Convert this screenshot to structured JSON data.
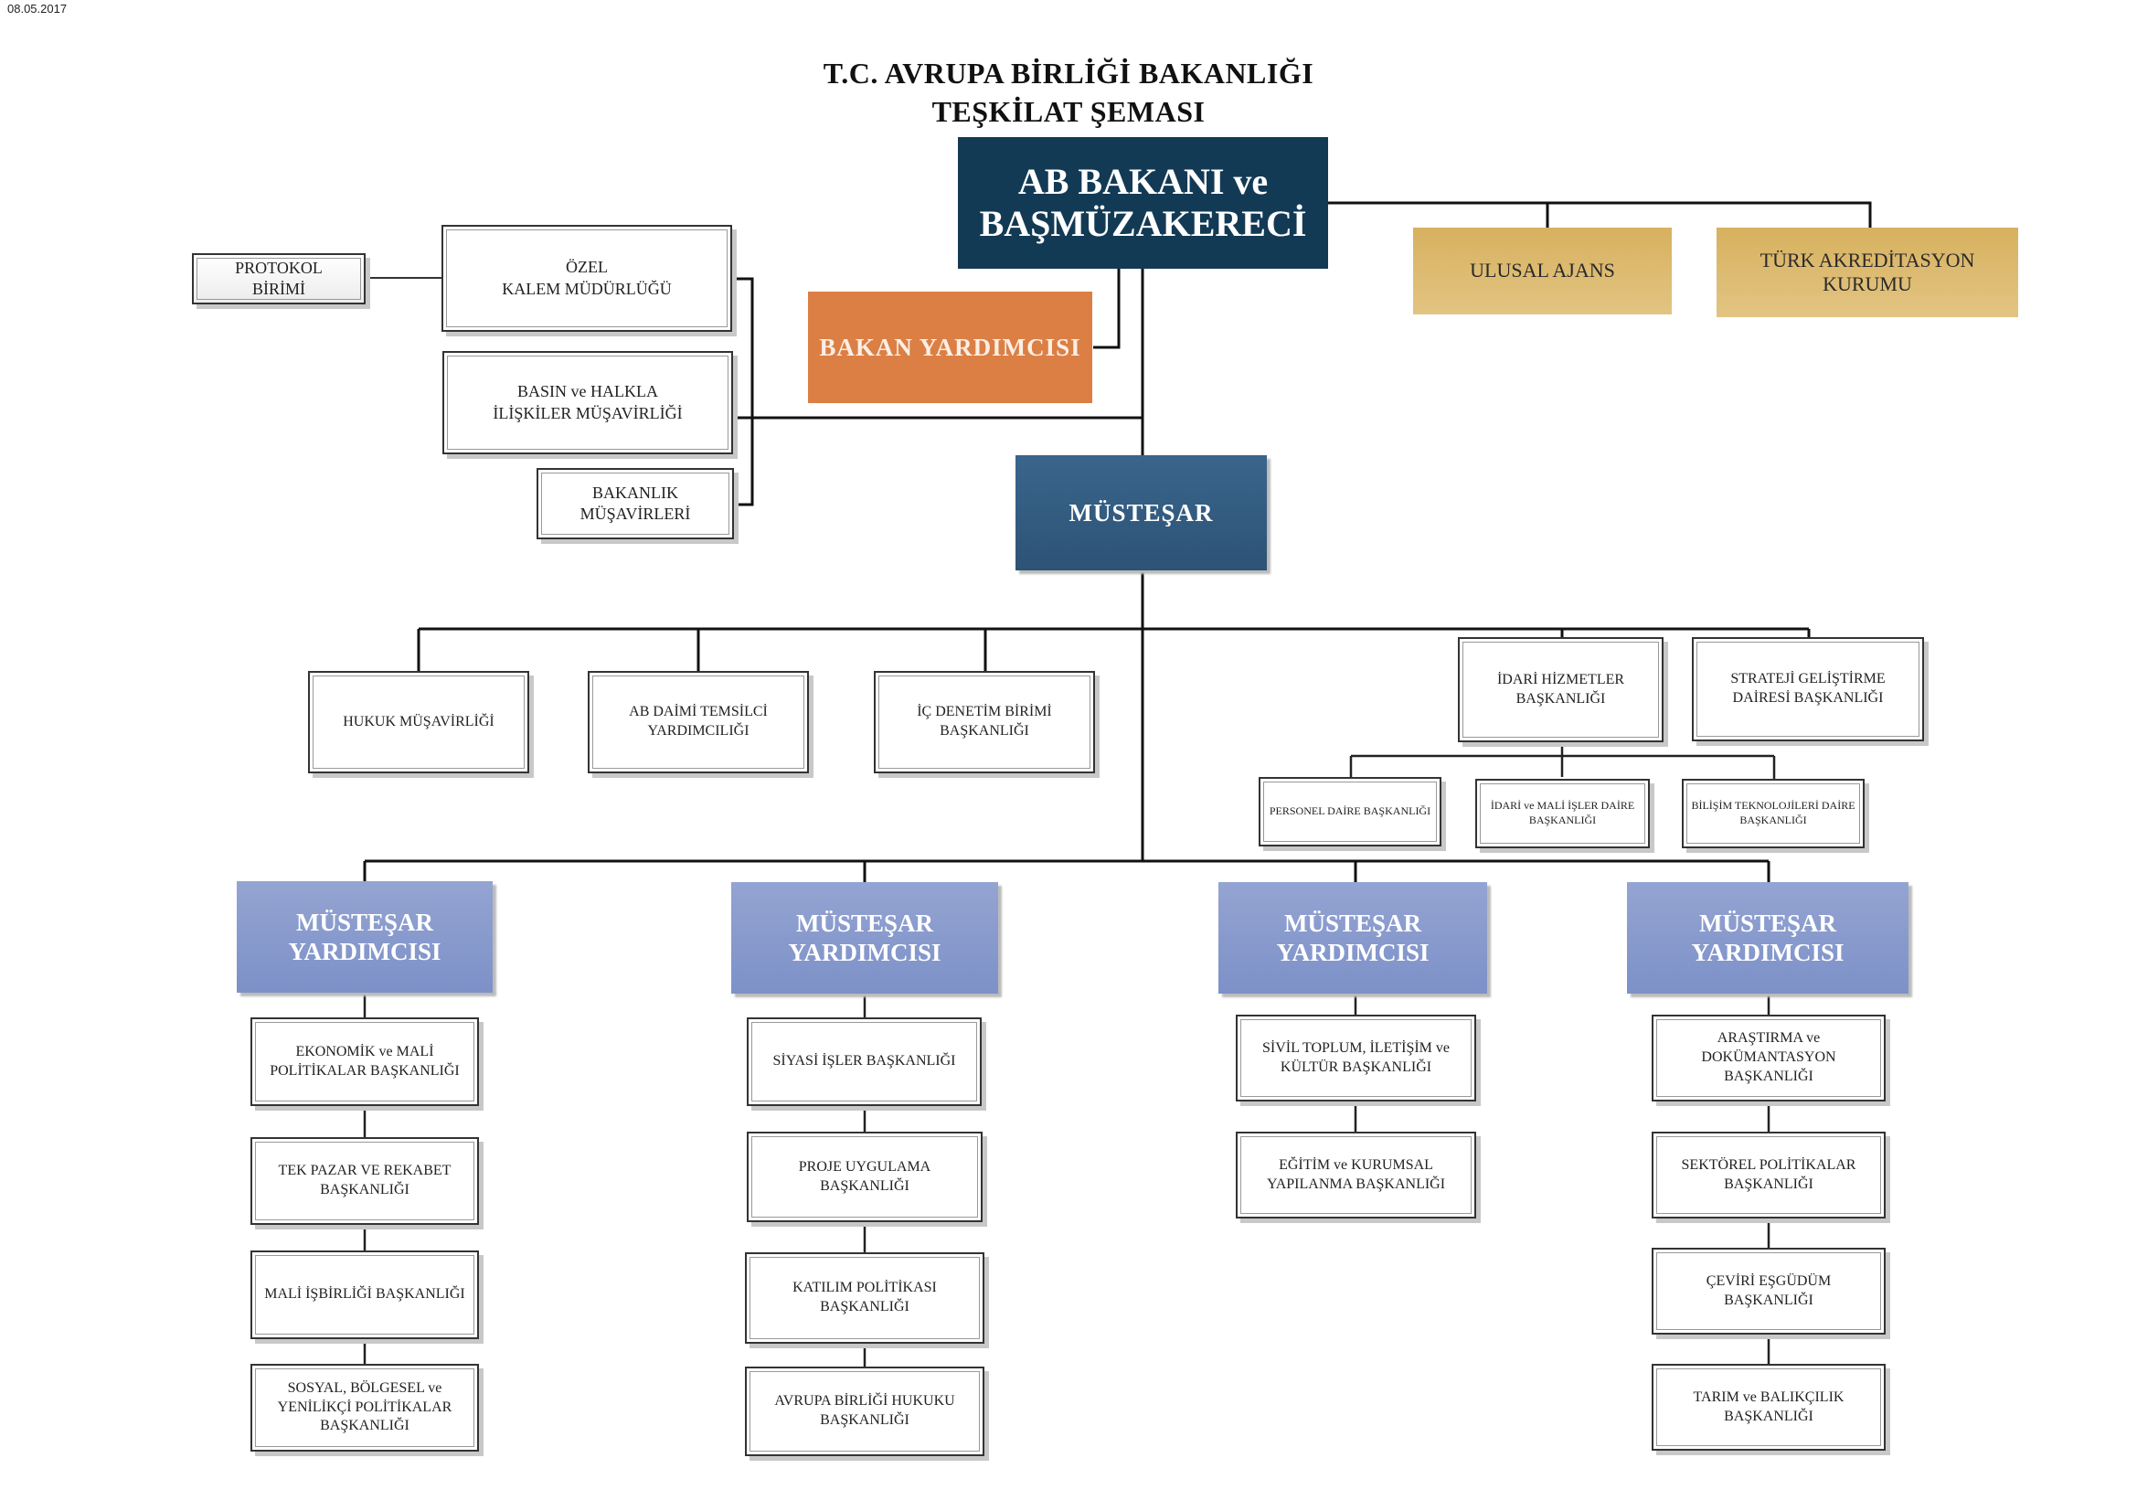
{
  "date": "08.05.2017",
  "title": {
    "line1": "T.C. AVRUPA BİRLİĞİ BAKANLIĞI",
    "line2": "TEŞKİLAT ŞEMASI"
  },
  "top": {
    "minister": "AB BAKANI ve\nBAŞMÜZAKERECİ",
    "deputy_minister": "BAKAN YARDIMCISI",
    "related_agencies": [
      "ULUSAL AJANS",
      "TÜRK AKREDİTASYON\nKURUMU"
    ],
    "protocol": "PROTOKOL\nBİRİMİ",
    "private_office": "ÖZEL\nKALEM MÜDÜRLÜĞÜ",
    "press": "BASIN ve HALKLA\nİLİŞKİLER MÜŞAVİRLİĞİ",
    "advisors": "BAKANLIK\nMÜŞAVİRLERİ"
  },
  "undersecretary": "MÜSTEŞAR",
  "undersecretary_units": [
    "HUKUK MÜŞAVİRLİĞİ",
    "AB DAİMİ TEMSİLCİ\nYARDIMCILIĞI",
    "İÇ DENETİM BİRİMİ\nBAŞKANLIĞI",
    "İDARİ HİZMETLER\nBAŞKANLIĞI",
    "STRATEJİ GELİŞTİRME\nDAİRESİ BAŞKANLIĞI"
  ],
  "admin_sub_units": [
    "PERSONEL DAİRE BAŞKANLIĞI",
    "İDARİ ve MALİ İŞLER DAİRE\nBAŞKANLIĞI",
    "BİLİŞİM TEKNOLOJİLERİ DAİRE\nBAŞKANLIĞI"
  ],
  "deputy_undersecretaries": [
    {
      "label": "MÜSTEŞAR\nYARDIMCISI",
      "departments": [
        "EKONOMİK ve MALİ\nPOLİTİKALAR BAŞKANLIĞI",
        "TEK PAZAR VE REKABET\nBAŞKANLIĞI",
        "MALİ İŞBİRLİĞİ BAŞKANLIĞI",
        "SOSYAL, BÖLGESEL ve\nYENİLİKÇİ POLİTİKALAR\nBAŞKANLIĞI"
      ]
    },
    {
      "label": "MÜSTEŞAR\nYARDIMCISI",
      "departments": [
        "SİYASİ İŞLER BAŞKANLIĞI",
        "PROJE UYGULAMA\nBAŞKANLIĞI",
        "KATILIM POLİTİKASI\nBAŞKANLIĞI",
        "AVRUPA BİRLİĞİ HUKUKU\nBAŞKANLIĞI"
      ]
    },
    {
      "label": "MÜSTEŞAR\nYARDIMCISI",
      "departments": [
        "SİVİL TOPLUM, İLETİŞİM ve\nKÜLTÜR BAŞKANLIĞI",
        "EĞİTİM ve KURUMSAL\nYAPILANMA BAŞKANLIĞI"
      ]
    },
    {
      "label": "MÜSTEŞAR\nYARDIMCISI",
      "departments": [
        "ARAŞTIRMA ve\nDOKÜMANTASYON\nBAŞKANLIĞI",
        "SEKTÖREL POLİTİKALAR\nBAŞKANLIĞI",
        "ÇEVİRİ EŞGÜDÜM\nBAŞKANLIĞI",
        "TARIM ve BALIKÇILIK\nBAŞKANLIĞI"
      ]
    }
  ],
  "colors": {
    "minister": "#133a55",
    "deputy_minister": "#db7f45",
    "agencies": "#d7b15f",
    "undersecretary": "#335e85",
    "deputy_undersecretary": "#8a9bcd"
  }
}
